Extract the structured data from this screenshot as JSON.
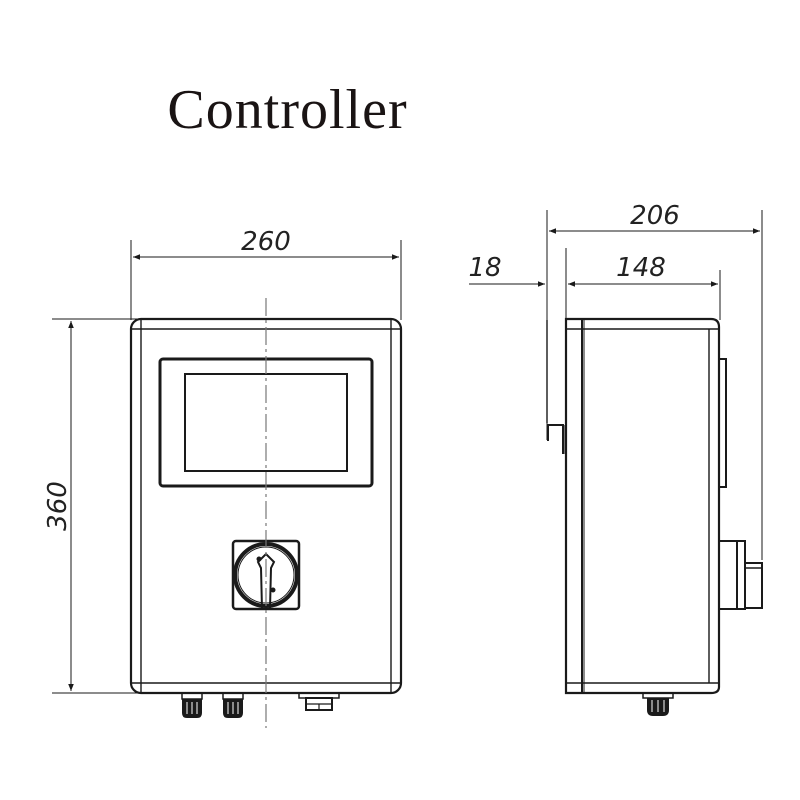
{
  "title": "Controller",
  "front_view": {
    "width_label": "260",
    "height_label": "360",
    "components": [
      "touch-screen-display",
      "rotary-switch",
      "cable-gland-left",
      "cable-gland-right",
      "connector"
    ]
  },
  "side_view": {
    "overall_depth_label": "206",
    "bracket_offset_label": "18",
    "body_depth_label": "148",
    "components": [
      "mounting-bracket",
      "enclosure-body",
      "side-panel-display",
      "side-rotary-switch",
      "cable-gland-bottom"
    ]
  },
  "colors": {
    "line": "#1a1a1a",
    "centerline": "#777777",
    "background": "#ffffff"
  }
}
